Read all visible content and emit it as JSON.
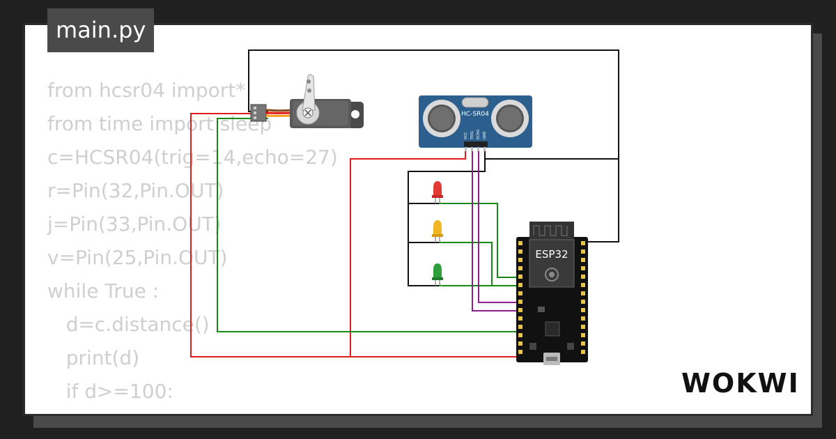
{
  "tab": {
    "title": "main.py"
  },
  "code": {
    "lines": [
      "from hcsr04 import*",
      "from time import sleep",
      "c=HCSR04(trig=14,echo=27)",
      "r=Pin(32,Pin.OUT)",
      "j=Pin(33,Pin.OUT)",
      "v=Pin(25,Pin.OUT)",
      "while True :",
      "   d=c.distance()",
      "   print(d)",
      "   if d>=100:"
    ]
  },
  "components": {
    "ultrasonic_label": "HC-SR04",
    "ultrasonic_pins": [
      "VCC",
      "TRIG",
      "ECHO",
      "GND"
    ],
    "board_label": "ESP32",
    "led_colors": {
      "red": "#e53935",
      "yellow": "#f2b623",
      "green": "#2e9e3a"
    }
  },
  "wire_colors": {
    "power": "#e01b1b",
    "ground": "#111111",
    "signal": "#148a14",
    "data": "#8a1f8a"
  },
  "brand": {
    "logo": "WOKWI"
  }
}
